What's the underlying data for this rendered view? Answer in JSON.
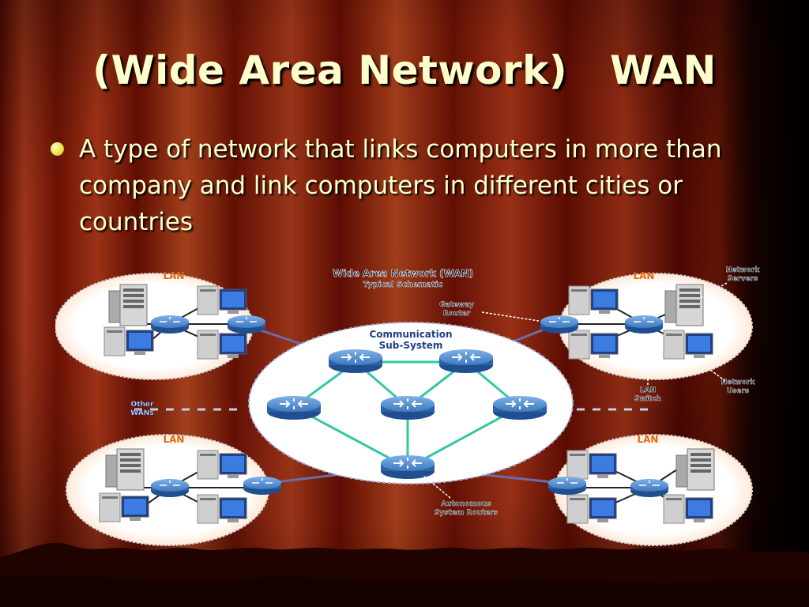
{
  "slide": {
    "title": "(Wide Area Network)   WAN",
    "bullet": "A type of network that links computers in more than company and link computers in different cities or countries"
  },
  "diagram": {
    "title_line1": "Wide Area Network (WAN)",
    "title_line2": "Typical Schematic",
    "lan_label": "LAN",
    "core_line1": "Communication",
    "core_line2": "Sub-System",
    "callout_gateway_1": "Gateway",
    "callout_gateway_2": "Router",
    "callout_servers_1": "Network",
    "callout_servers_2": "Servers",
    "callout_switch_1": "LAN",
    "callout_switch_2": "Switch",
    "callout_users_1": "Network",
    "callout_users_2": "Users",
    "callout_other_1": "Other",
    "callout_other_2": "WANs",
    "callout_routers_1": "Autonomous",
    "callout_routers_2": "System Routers"
  },
  "colors": {
    "curtain_dark": "#2a0400",
    "curtain_mid": "#7a1a06",
    "curtain_light": "#b84a1a",
    "title_text": "#FFFFCC",
    "router_blue": "#3f79c0",
    "link_green": "#33c7a0",
    "wan_line": "#6c6ca8"
  }
}
